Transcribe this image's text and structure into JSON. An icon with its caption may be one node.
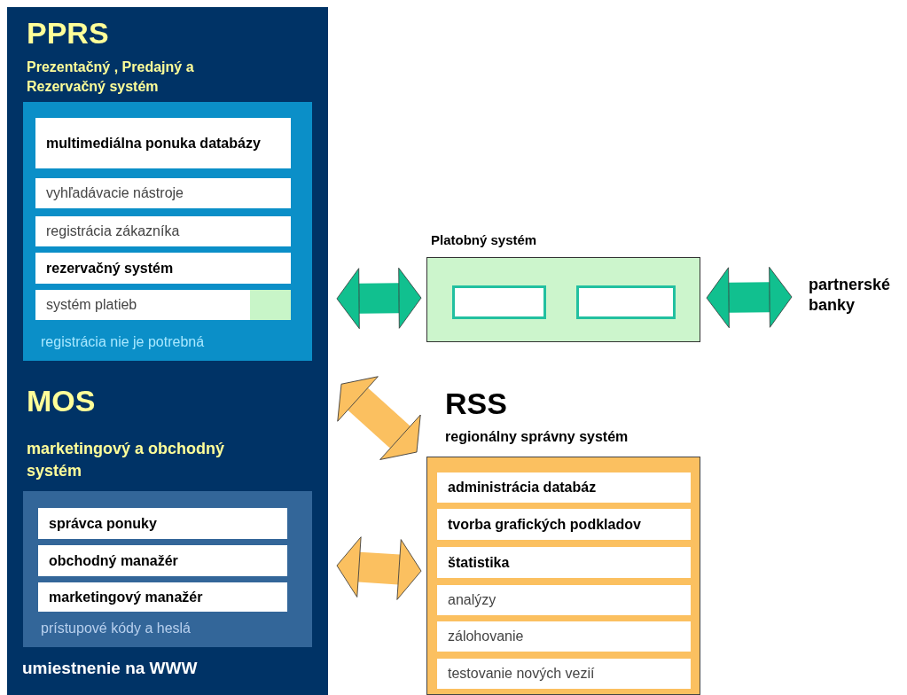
{
  "diagram": {
    "nodes": [
      {
        "text": [],
        "shape": "box"
      },
      {
        "text": [
          "PPRS",
          "Prezentačný , Predajný a Rezervačný systém",
          "registrácia nie je potrebná"
        ],
        "in": 0
      },
      {
        "text": [
          "multimediálna ponuka databázy"
        ],
        "in": 1
      },
      {
        "text": [
          "vyhľadávacie nástroje"
        ],
        "in": 1
      },
      {
        "text": [
          "registrácia zákazníka"
        ],
        "in": 1
      },
      {
        "text": [
          "rezervačný systém"
        ],
        "in": 1
      },
      {
        "text": [
          "systém platieb"
        ],
        "in": 1
      },
      {
        "text": [
          "MOS",
          "marketingový a obchodný systém",
          "prístupové kódy a heslá"
        ],
        "in": 0
      },
      {
        "text": [
          "správca ponuky"
        ],
        "in": 7
      },
      {
        "text": [
          "obchodný manažér"
        ],
        "in": 7
      },
      {
        "text": [
          "marketingový manažér"
        ],
        "in": 7
      },
      {
        "text": [
          "Platobný systém"
        ]
      },
      {
        "text": [],
        "shape": "box",
        "in": 11
      },
      {
        "text": [],
        "shape": "box",
        "in": 11
      },
      {
        "text": [
          "partnerské banky"
        ]
      },
      {
        "text": [
          "RSS",
          "regionálny správny systém"
        ]
      },
      {
        "text": [
          "administrácia databáz"
        ],
        "in": 15
      },
      {
        "text": [
          "tvorba grafických podkladov"
        ],
        "in": 15
      },
      {
        "text": [
          "štatistika"
        ],
        "in": 15
      },
      {
        "text": [
          "analýzy"
        ],
        "in": 15
      },
      {
        "text": [
          "zálohovanie"
        ],
        "in": 15
      },
      {
        "text": [
          "testovanie nových vezií"
        ],
        "in": 15
      }
    ],
    "edges": [
      {
        "from": 1,
        "to": 11,
        "arrow": "both",
        "color": "#11c08f"
      },
      {
        "from": 11,
        "to": 14,
        "arrow": "both",
        "color": "#11c08f"
      },
      {
        "from": 0,
        "to": 15,
        "arrow": "both",
        "color": "#fbc060"
      },
      {
        "from": 7,
        "to": 15,
        "arrow": "both",
        "color": "#fbc060"
      }
    ],
    "labels": [
      "umiestnenie na WWW"
    ]
  }
}
